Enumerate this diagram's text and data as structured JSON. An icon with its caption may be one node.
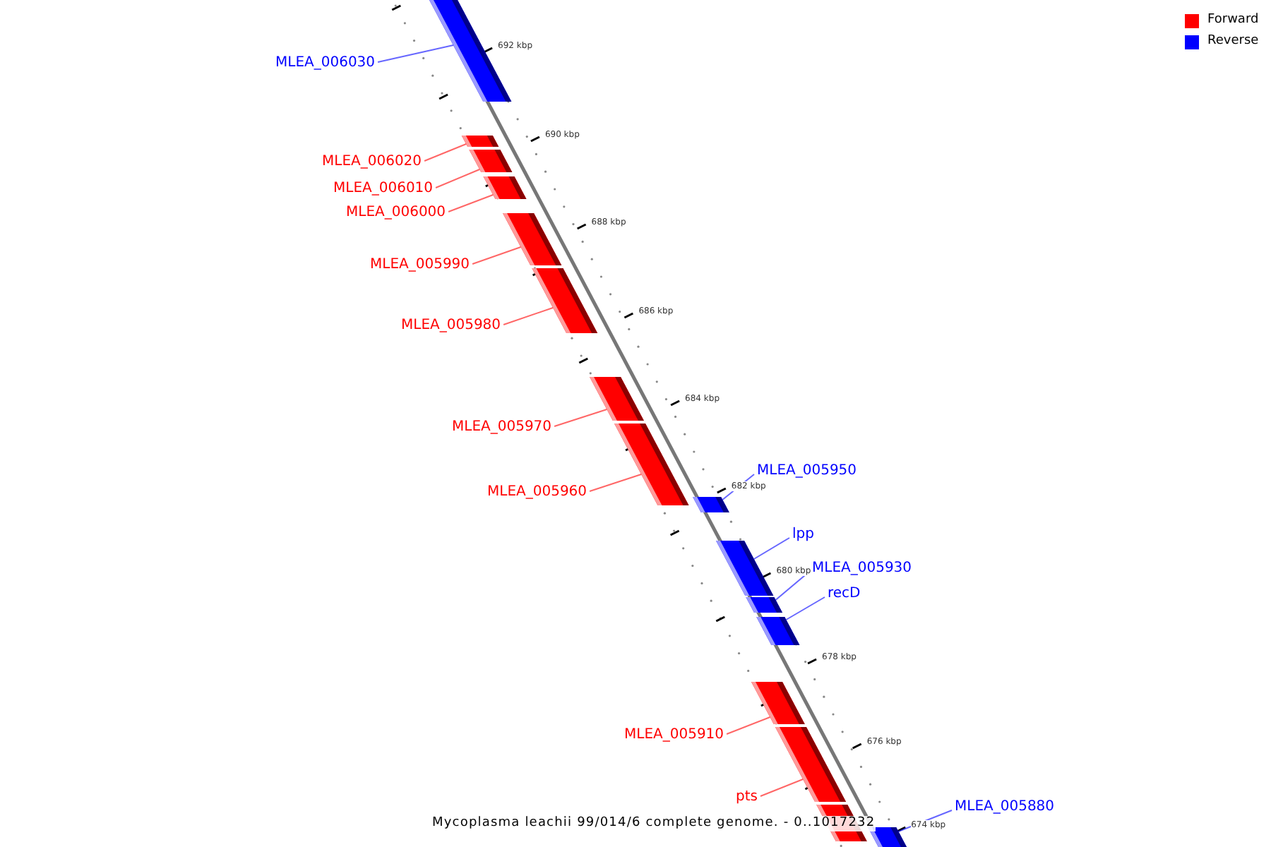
{
  "diagram": {
    "caption": "Mycoplasma leachii 99/014/6 complete genome. - 0..1017232",
    "nodes": [
      {
        "text": [
          "MLEA_006030"
        ]
      },
      {
        "text": [],
        "shape": "bar"
      },
      {
        "text": [
          "MLEA_006020"
        ]
      },
      {
        "text": [],
        "shape": "bar"
      },
      {
        "text": [
          "MLEA_006010"
        ]
      },
      {
        "text": [],
        "shape": "bar"
      },
      {
        "text": [
          "MLEA_006000"
        ]
      },
      {
        "text": [],
        "shape": "bar"
      },
      {
        "text": [
          "MLEA_005990"
        ]
      },
      {
        "text": [],
        "shape": "bar"
      },
      {
        "text": [
          "MLEA_005980"
        ]
      },
      {
        "text": [],
        "shape": "bar"
      },
      {
        "text": [
          "MLEA_005970"
        ]
      },
      {
        "text": [],
        "shape": "bar"
      },
      {
        "text": [
          "MLEA_005960"
        ]
      },
      {
        "text": [],
        "shape": "bar"
      },
      {
        "text": [
          "MLEA_005950"
        ]
      },
      {
        "text": [],
        "shape": "bar"
      },
      {
        "text": [
          "lpp"
        ]
      },
      {
        "text": [],
        "shape": "bar"
      },
      {
        "text": [
          "MLEA_005930"
        ]
      },
      {
        "text": [],
        "shape": "bar"
      },
      {
        "text": [
          "recD"
        ]
      },
      {
        "text": [],
        "shape": "bar"
      },
      {
        "text": [
          "MLEA_005910"
        ]
      },
      {
        "text": [],
        "shape": "bar"
      },
      {
        "text": [
          "pts"
        ]
      },
      {
        "text": [],
        "shape": "bar"
      },
      {
        "text": [],
        "shape": "bar"
      },
      {
        "text": [
          "MLEA_005880"
        ]
      },
      {
        "text": [],
        "shape": "bar"
      }
    ],
    "edges": [
      {
        "from": 0,
        "to": 1,
        "arrow": "none",
        "color": "#0000ff"
      },
      {
        "from": 2,
        "to": 3,
        "arrow": "none"
      },
      {
        "from": 4,
        "to": 5,
        "arrow": "none"
      },
      {
        "from": 6,
        "to": 7,
        "arrow": "none"
      },
      {
        "from": 8,
        "to": 9,
        "arrow": "none"
      },
      {
        "from": 10,
        "to": 11,
        "arrow": "none"
      },
      {
        "from": 12,
        "to": 13,
        "arrow": "none"
      },
      {
        "from": 14,
        "to": 15,
        "arrow": "none"
      },
      {
        "from": 16,
        "to": 17,
        "arrow": "none",
        "color": "#0000ff"
      },
      {
        "from": 18,
        "to": 19,
        "arrow": "none",
        "color": "#0000ff"
      },
      {
        "from": 20,
        "to": 21,
        "arrow": "none",
        "color": "#0000ff"
      },
      {
        "from": 22,
        "to": 23,
        "arrow": "none",
        "color": "#0000ff"
      },
      {
        "from": 24,
        "to": 25,
        "arrow": "none"
      },
      {
        "from": 26,
        "to": 27,
        "arrow": "none"
      },
      {
        "from": 29,
        "to": 30,
        "arrow": "none",
        "color": "#0000ff"
      }
    ],
    "labels": [
      "692 kbp",
      "690 kbp",
      "688 kbp",
      "686 kbp",
      "684 kbp",
      "682 kbp",
      "680 kbp",
      "678 kbp",
      "676 kbp",
      "674 kbp"
    ],
    "legend": [
      {
        "text": "Forward",
        "color": "#ff0000"
      },
      {
        "text": "Reverse",
        "color": "#0000ff"
      }
    ]
  }
}
